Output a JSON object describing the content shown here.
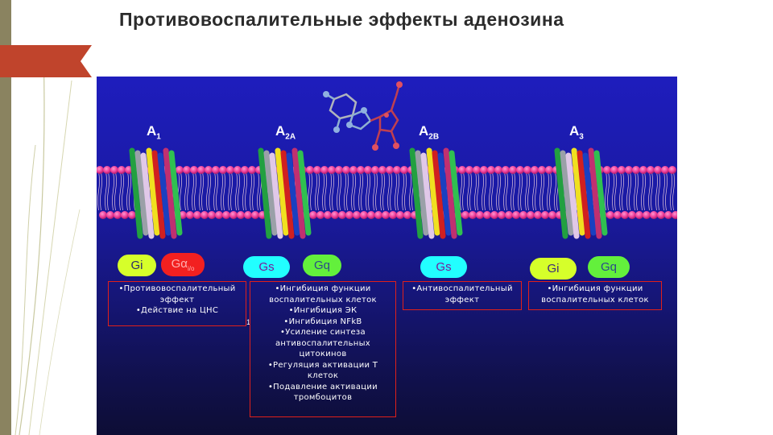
{
  "title": "Противовоспалительные эффекты аденозина",
  "colors": {
    "panel_blue": "#1e1dbd",
    "membrane_pink": "#ee3d9a",
    "box_border": "#e0201a"
  },
  "receptors": [
    {
      "main": "A",
      "sub": "1"
    },
    {
      "main": "A",
      "sub": "2A"
    },
    {
      "main": "A",
      "sub": "2B"
    },
    {
      "main": "A",
      "sub": "3"
    }
  ],
  "gproteins": {
    "a1_gi": "Gi",
    "a1_galpha": "Gα",
    "a1_galpha_sub": "i/o",
    "a2a_gs": "Gs",
    "a2a_gq": "Gq",
    "a2b_gs": "Gs",
    "a3_gi": "Gi",
    "a3_gq": "Gq"
  },
  "effects": {
    "a1": [
      "•Противовоспалительный",
      "эффект",
      "•Действие на ЦНС"
    ],
    "a2a": [
      "•Ингибиция функции",
      "воспалительных клеток",
      "•Ингибиция ЭК",
      "•Ингибиция NFkB",
      "•Усиление синтеза",
      "антивоспалительных",
      "цитокинов",
      "•Регуляция активации Т",
      "клеток",
      "•Подавление активации",
      "тромбоцитов"
    ],
    "a2b": [
      "•Антивоспалительный",
      "эффект"
    ],
    "a3": [
      "•Ингибиция функции",
      "воспалительных клеток"
    ]
  },
  "stray_mark": "1"
}
